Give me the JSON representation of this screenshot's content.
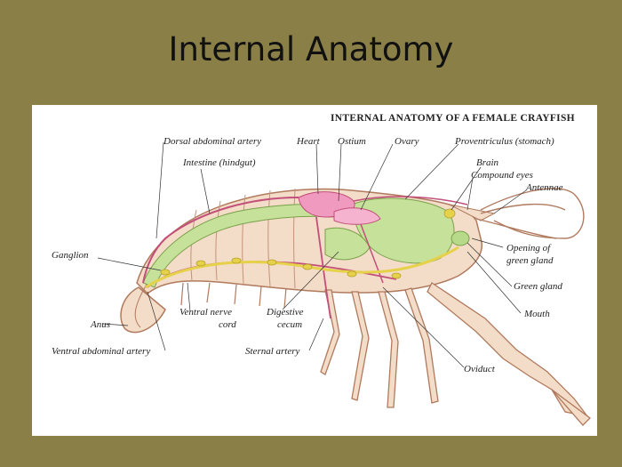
{
  "slide": {
    "title": "Internal Anatomy"
  },
  "diagram": {
    "heading": "INTERNAL ANATOMY OF A FEMALE CRAYFISH",
    "labels": {
      "dorsal_abdominal_artery": "Dorsal abdominal artery",
      "heart": "Heart",
      "ostium": "Ostium",
      "ovary": "Ovary",
      "proventriculus": "Proventriculus (stomach)",
      "intestine": "Intestine (hindgut)",
      "brain": "Brain",
      "compound_eyes": "Compound eyes",
      "antennae": "Antennae",
      "ganglion": "Ganglion",
      "opening_green_gland_1": "Opening of",
      "opening_green_gland_2": "green gland",
      "green_gland": "Green gland",
      "mouth": "Mouth",
      "anus": "Anus",
      "ventral_nerve_cord_1": "Ventral nerve",
      "ventral_nerve_cord_2": "cord",
      "digestive_cecum_1": "Digestive",
      "digestive_cecum_2": "cecum",
      "ventral_abdominal_artery": "Ventral abdominal artery",
      "sternal_artery": "Sternal artery",
      "oviduct": "Oviduct"
    },
    "colors": {
      "background": "#8a7f47",
      "body_fill": "#f3dcc8",
      "body_outline": "#b07a5e",
      "artery": "#c2507a",
      "heart": "#f19ac0",
      "gut": "#c6e19a",
      "nerve": "#e6d24a"
    }
  }
}
